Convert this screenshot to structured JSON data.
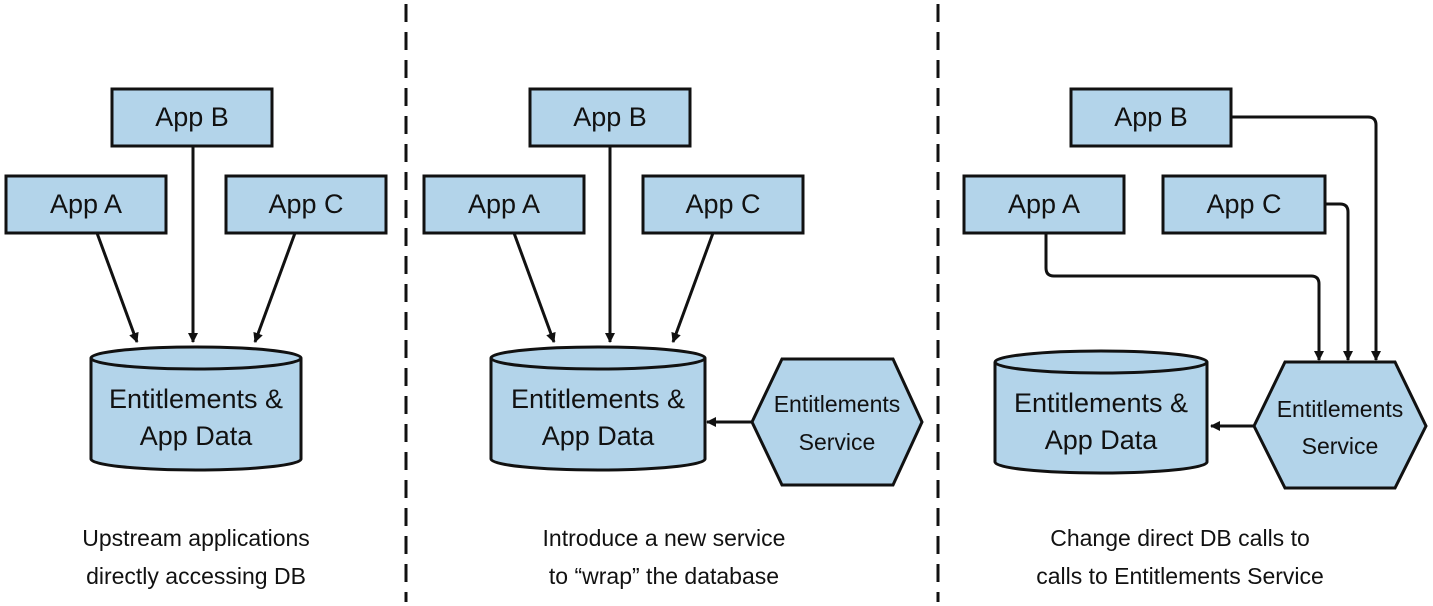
{
  "colors": {
    "box_fill": "#b3d4ea",
    "stroke": "#111111",
    "background": "#ffffff"
  },
  "panels": [
    {
      "app_a": "App A",
      "app_b": "App B",
      "app_c": "App C",
      "db_line1": "Entitlements &",
      "db_line2": "App Data",
      "caption_line1": "Upstream applications",
      "caption_line2": "directly accessing DB"
    },
    {
      "app_a": "App A",
      "app_b": "App B",
      "app_c": "App C",
      "db_line1": "Entitlements &",
      "db_line2": "App Data",
      "service_line1": "Entitlements",
      "service_line2": "Service",
      "caption_line1": "Introduce a new service",
      "caption_line2": "to “wrap” the database"
    },
    {
      "app_a": "App A",
      "app_b": "App B",
      "app_c": "App C",
      "db_line1": "Entitlements &",
      "db_line2": "App Data",
      "service_line1": "Entitlements",
      "service_line2": "Service",
      "caption_line1": "Change direct DB calls to",
      "caption_line2": "calls to Entitlements Service"
    }
  ]
}
